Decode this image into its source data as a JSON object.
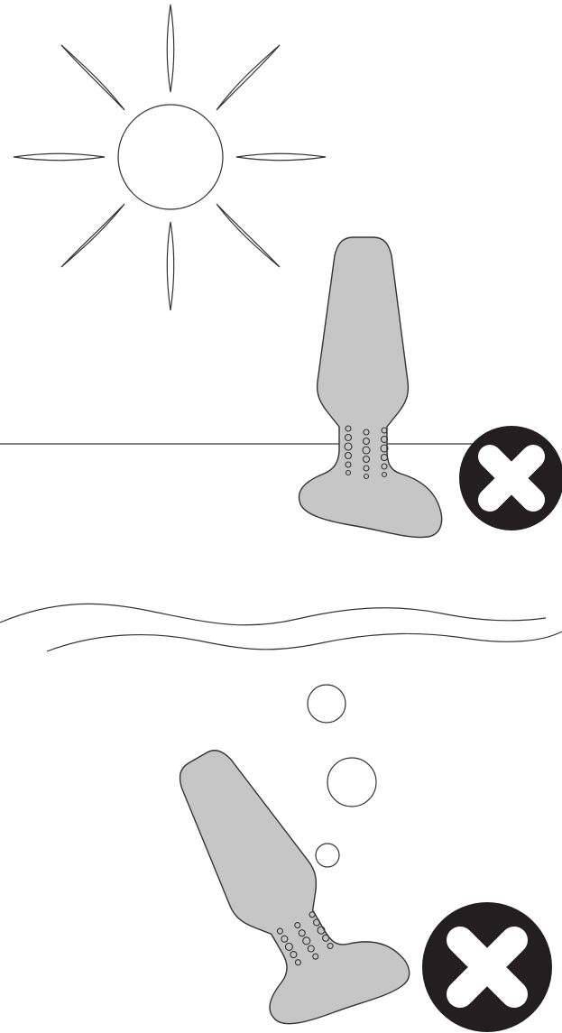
{
  "diagram": {
    "panels": [
      {
        "id": "sun",
        "warning": "no-direct-sunlight",
        "icon": "cross-icon"
      },
      {
        "id": "water",
        "warning": "do-not-submerge",
        "icon": "cross-icon"
      }
    ],
    "colors": {
      "line": "#333333",
      "product_fill": "#c6c6c6",
      "cross_circle": "#231f20",
      "cross_mark": "#ffffff"
    },
    "icons": [
      "sun-icon",
      "product-icon",
      "horizon-line",
      "cross-icon",
      "wave-icon",
      "bubble-icon"
    ]
  }
}
